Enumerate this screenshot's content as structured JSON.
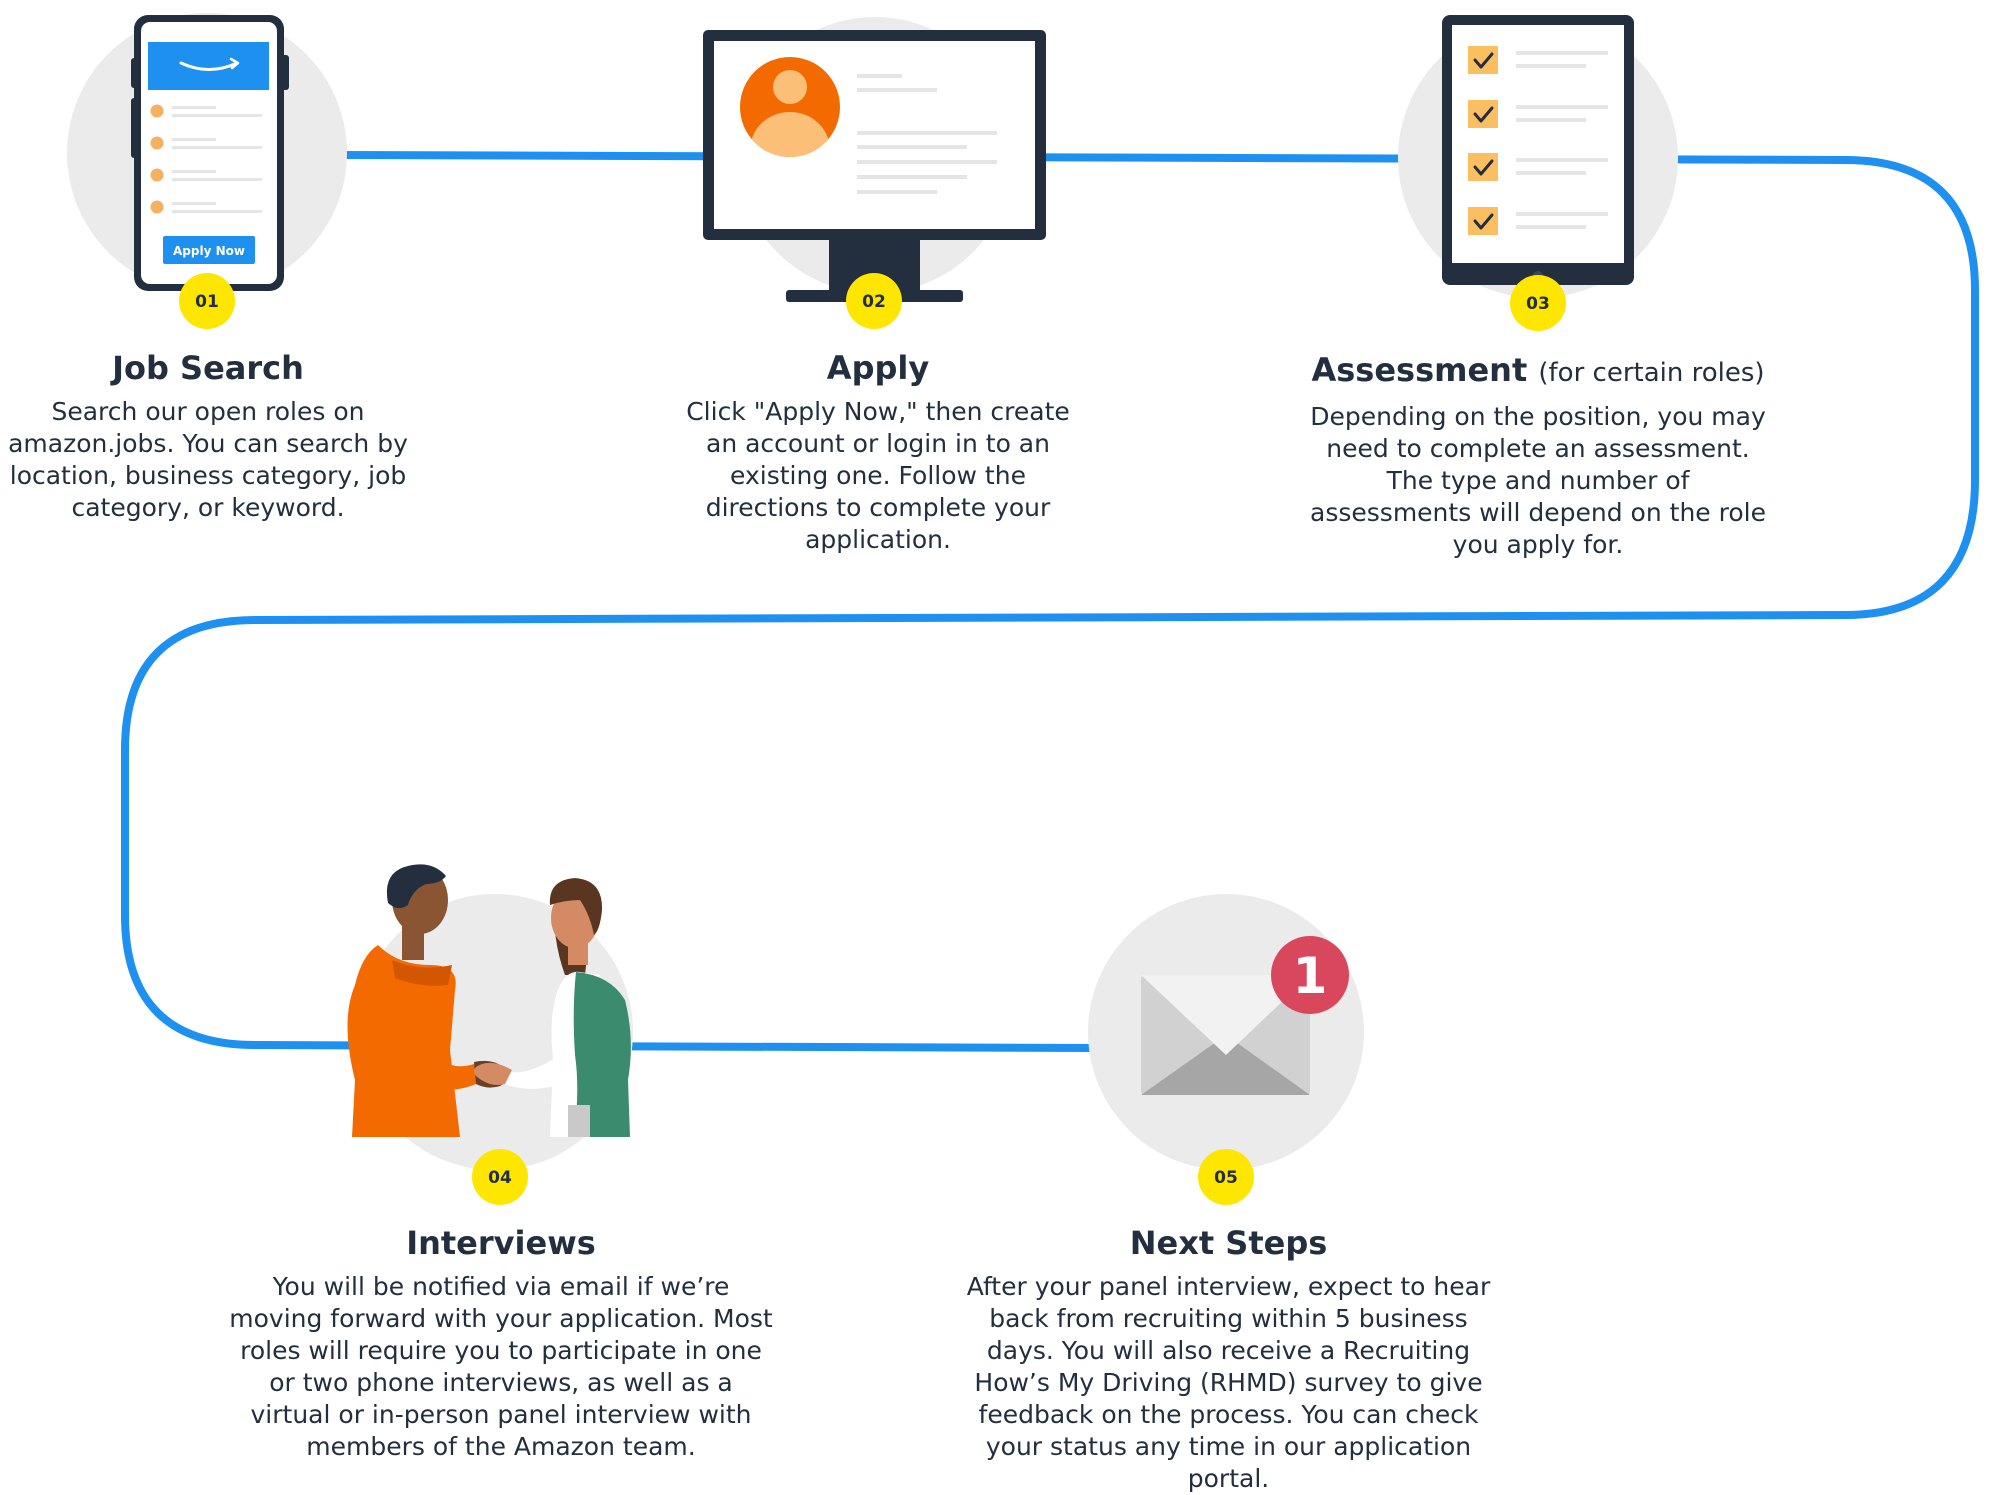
{
  "colors": {
    "path_line": "#1e90f0",
    "circle_bg": "#ebebeb",
    "badge": "#ffe600",
    "dark_navy": "#232f3e",
    "accent_orange": "#f36b00",
    "notification_red": "#d9475d",
    "phone_header_blue": "#1e90f0"
  },
  "phone": {
    "apply_button_label": "Apply Now"
  },
  "notification": {
    "count": "1"
  },
  "steps": [
    {
      "number": "01",
      "icon": "phone-icon",
      "title": "Job Search",
      "title_suffix": "",
      "body": "Search our open roles on amazon.jobs. You can search by location, business category, job category, or keyword."
    },
    {
      "number": "02",
      "icon": "monitor-icon",
      "title": "Apply",
      "title_suffix": "",
      "body": "Click \"Apply Now,\" then create an account or login in to an existing one. Follow the directions to complete your application."
    },
    {
      "number": "03",
      "icon": "checklist-tablet-icon",
      "title": "Assessment",
      "title_suffix": "(for certain roles)",
      "body": "Depending on the position, you may need to complete an assessment. The type and number of assessments will depend on the role you apply for."
    },
    {
      "number": "04",
      "icon": "handshake-icon",
      "title": "Interviews",
      "title_suffix": "",
      "body": "You will be notified via email if we’re moving forward with your application. Most roles will require you to participate in one or two phone interviews, as well as a virtual or in-person panel interview with members of the Amazon team."
    },
    {
      "number": "05",
      "icon": "envelope-icon",
      "title": "Next Steps",
      "title_suffix": "",
      "body": "After your panel interview, expect to hear back from recruiting within 5 business days. You will also receive a Recruiting How’s My Driving (RHMD) survey to give feedback on the process. You can check your status any time in our application portal."
    }
  ]
}
